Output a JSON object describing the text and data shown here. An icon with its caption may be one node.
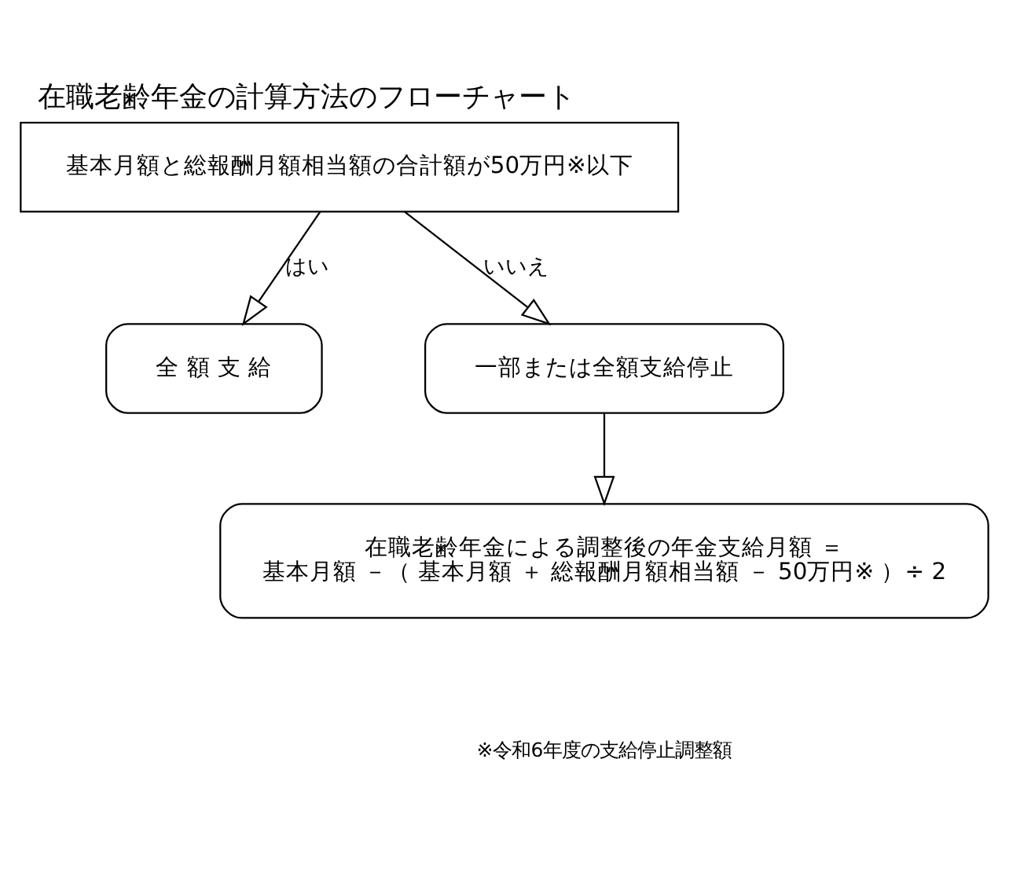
{
  "diagram": {
    "title": "在職老齢年金の計算方法のフローチャート",
    "nodes": [
      {
        "text": [
          "基本月額と総報酬月額相当額の合計額が50万円※以下"
        ]
      },
      {
        "text": [
          "全 額 支 給"
        ]
      },
      {
        "text": [
          "一部または全額支給停止"
        ]
      },
      {
        "text": [
          "在職老齢年金による調整後の年金支給月額 ＝",
          "基本月額 －（ 基本月額 ＋ 総報酬月額相当額 － 50万円※ ）÷ 2"
        ]
      }
    ],
    "edges": [
      {
        "from": 0,
        "to": 1,
        "arrow": "to",
        "label": "はい"
      },
      {
        "from": 0,
        "to": 2,
        "arrow": "to",
        "label": "いいえ"
      },
      {
        "from": 2,
        "to": 3,
        "arrow": "to"
      }
    ],
    "labels": [
      "※令和6年度の支給停止調整額"
    ]
  }
}
